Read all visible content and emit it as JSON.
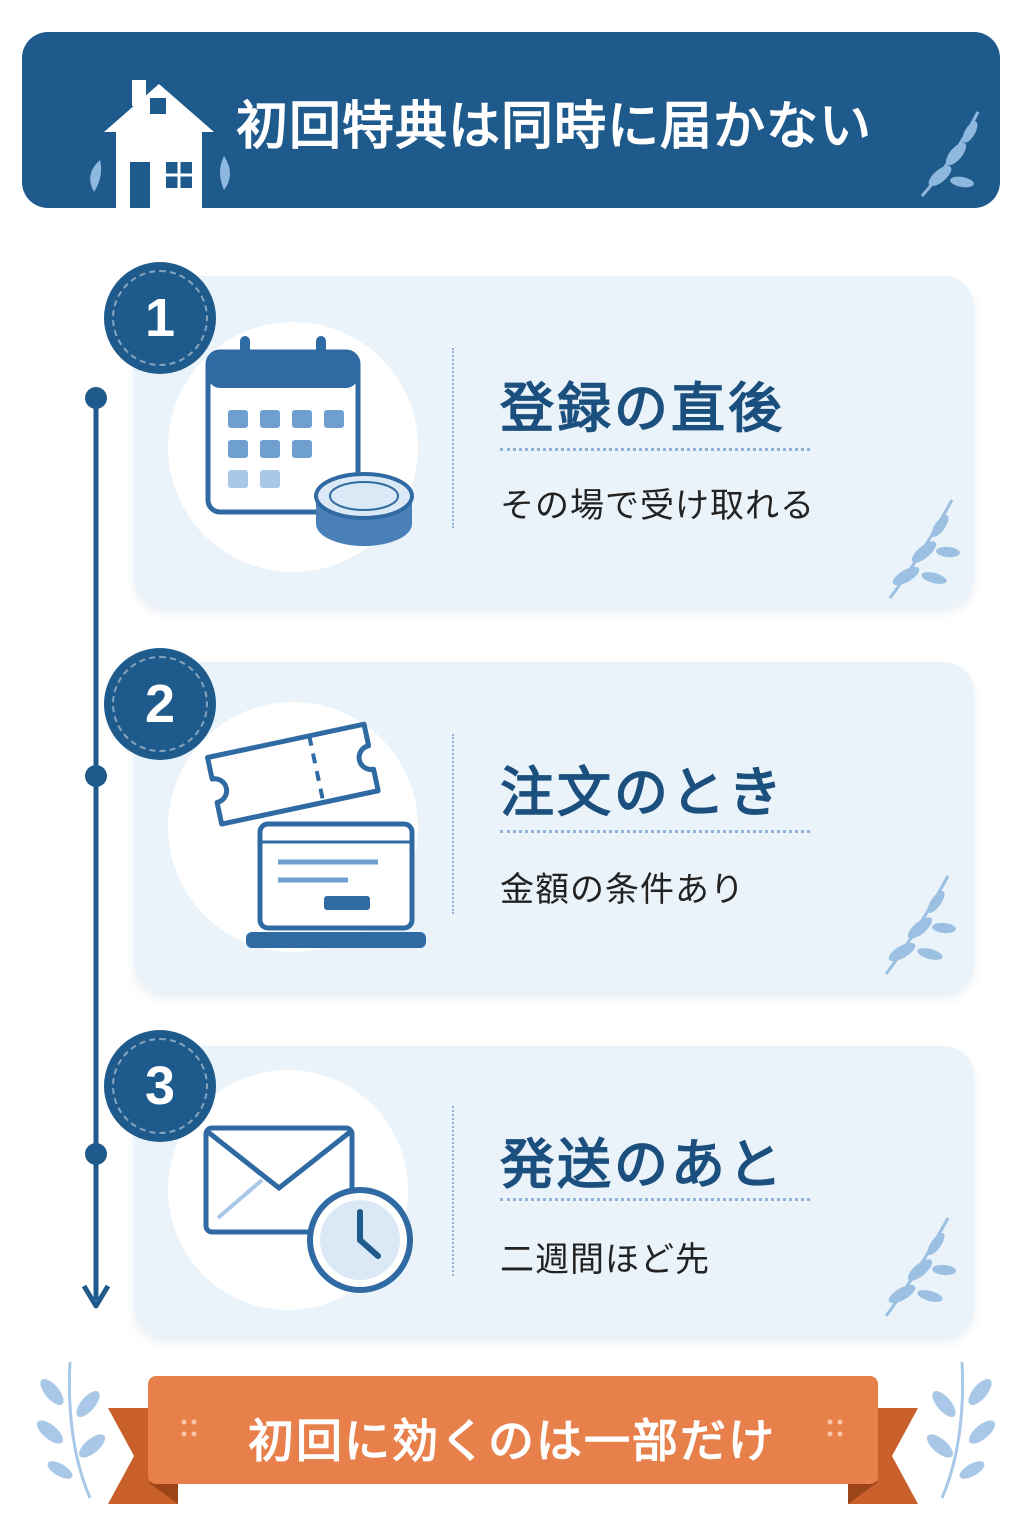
{
  "header": {
    "title": "初回特典は同時に届かない"
  },
  "steps": [
    {
      "number": "1",
      "title": "登録の直後",
      "subtitle": "その場で受け取れる"
    },
    {
      "number": "2",
      "title": "注文のとき",
      "subtitle": "金額の条件あり"
    },
    {
      "number": "3",
      "title": "発送のあと",
      "subtitle": "二週間ほど先"
    }
  ],
  "footer": {
    "banner_text": "初回に効くのは一部だけ"
  },
  "colors": {
    "primary": "#1f5a8c",
    "card_bg": "#eaf2fa",
    "accent_orange": "#e8804c",
    "leaf": "#9cc0e2"
  }
}
